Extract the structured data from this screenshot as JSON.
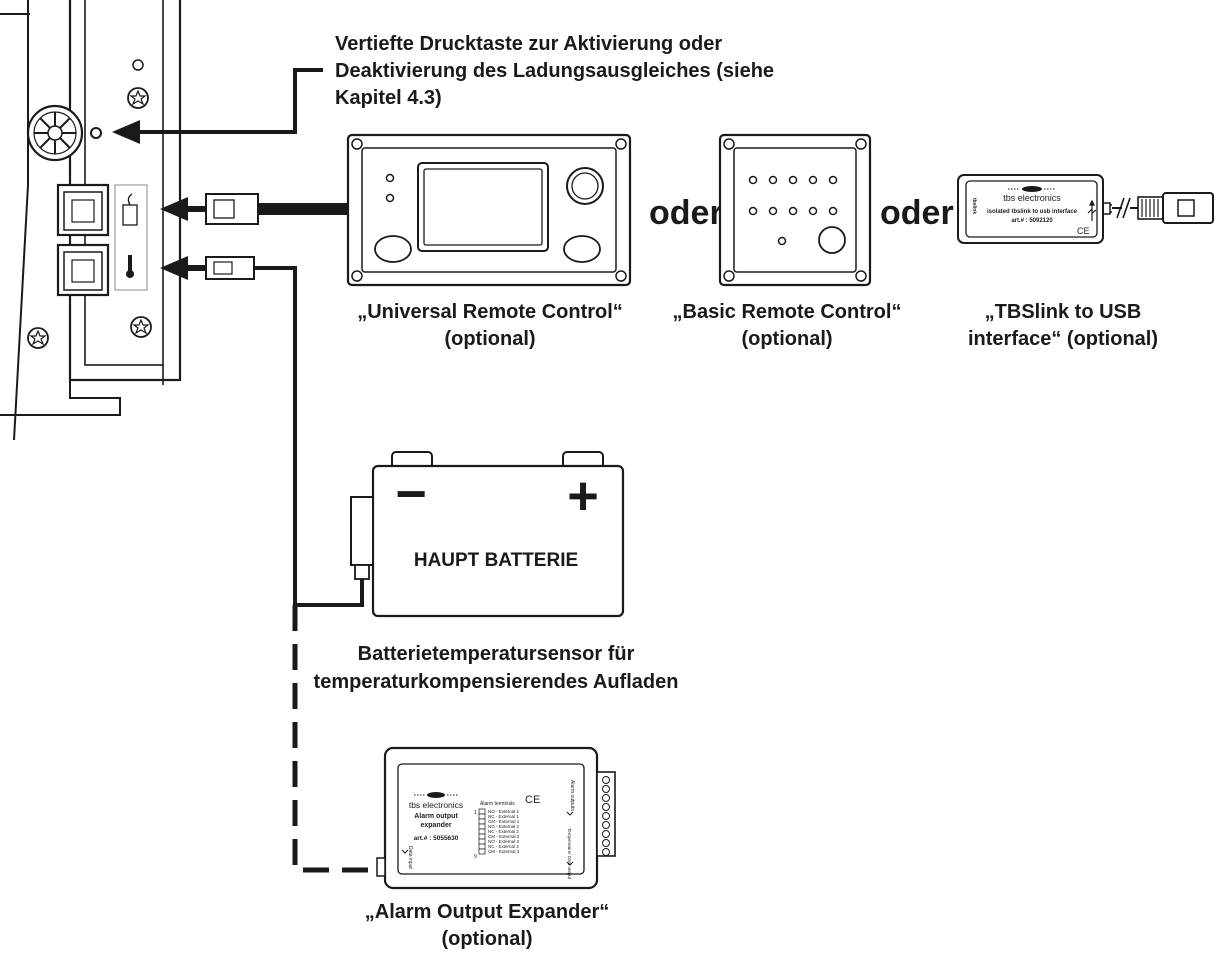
{
  "note": {
    "line1": "Vertiefte Drucktaste zur Aktivierung oder",
    "line2": "Deaktivierung des Ladungsausgleiches (siehe",
    "line3": "Kapitel 4.3)"
  },
  "separator": "oder",
  "devices": {
    "universal": {
      "name": "„Universal Remote Control“",
      "sub": "(optional)"
    },
    "basic": {
      "name": "„Basic Remote Control“",
      "sub": "(optional)"
    },
    "tbslink": {
      "name1": "„TBSlink to USB",
      "name2": "interface“ (optional)",
      "brand": "tbs electronics",
      "desc": "isolated tbslink to usb interface",
      "art": "art.# : 5092120",
      "side": "tbslink",
      "ce": "CE"
    },
    "alarm": {
      "name": "„Alarm Output Expander“",
      "sub": "(optional)",
      "brand": "tbs electronics",
      "title1": "Alarm output",
      "title2": "expander",
      "art": "art.# : 5055630",
      "ce": "CE",
      "terminals_title": "Alarm terminals",
      "terminals": [
        "NO - External 1",
        "NC - External 1",
        "CM - External 1",
        "NO - External 2",
        "NC - External 2",
        "CM - External 2",
        "NO - External 3",
        "NC - External 3",
        "CM - External 3"
      ],
      "first_num": "1",
      "last_num": "9",
      "outputs_label": "Alarm outputs",
      "data_in_label": "Data input",
      "temp_label": "Temperature/ Data output"
    }
  },
  "battery": {
    "label": "HAUPT BATTERIE",
    "minus": "−",
    "plus": "+"
  },
  "sensor": {
    "line1": "Batterietemperatursensor für",
    "line2": "temperaturkompensierendes Aufladen"
  }
}
